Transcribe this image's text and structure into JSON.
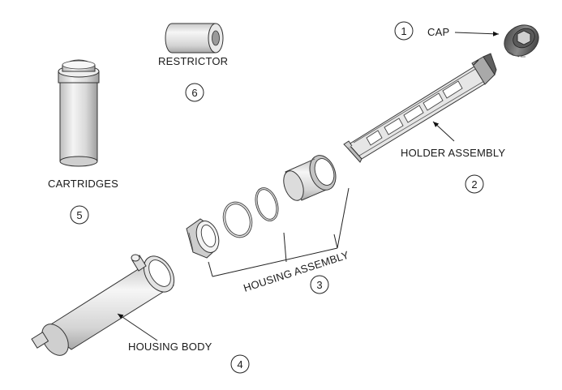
{
  "parts": [
    {
      "number": "1",
      "label": "CAP"
    },
    {
      "number": "2",
      "label": "HOLDER ASSEMBLY"
    },
    {
      "number": "3",
      "label": "HOUSING ASSEMBLY"
    },
    {
      "number": "4",
      "label": "HOUSING BODY"
    },
    {
      "number": "5",
      "label": "CARTRIDGES"
    },
    {
      "number": "6",
      "label": "RESTRICTOR"
    }
  ]
}
